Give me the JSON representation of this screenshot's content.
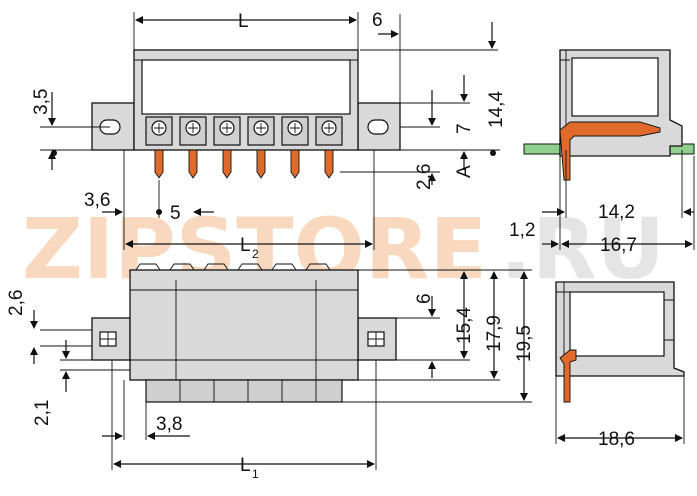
{
  "watermark": {
    "brand": "ZIPSTORE",
    "suffix": ".RU"
  },
  "front_view": {
    "dim_L": "L",
    "dim_6": "6",
    "dim_3_5": "3,5",
    "dim_14_4": "14,4",
    "dim_7": "7",
    "dim_2_6": "2,6",
    "datum_A": "A",
    "dim_3_6": "3,6",
    "dim_5": "5",
    "dim_L2": "L",
    "dim_L2_sub": "2"
  },
  "side_view_top": {
    "dim_1_2": "1,2",
    "dim_14_2": "14,2",
    "dim_16_7": "16,7"
  },
  "bottom_view": {
    "dim_2_6": "2,6",
    "dim_6": "6",
    "dim_15_4": "15,4",
    "dim_17_9": "17,9",
    "dim_19_5": "19,5",
    "dim_2_1": "2,1",
    "dim_3_8": "3,8",
    "dim_L1": "L",
    "dim_L1_sub": "1"
  },
  "side_view_bottom": {
    "dim_18_6": "18,6"
  },
  "colors": {
    "housing": "#d9d9d9",
    "pin": "#e06a2c",
    "pcb": "#8fd08f",
    "watermark": "#f2b98a"
  }
}
